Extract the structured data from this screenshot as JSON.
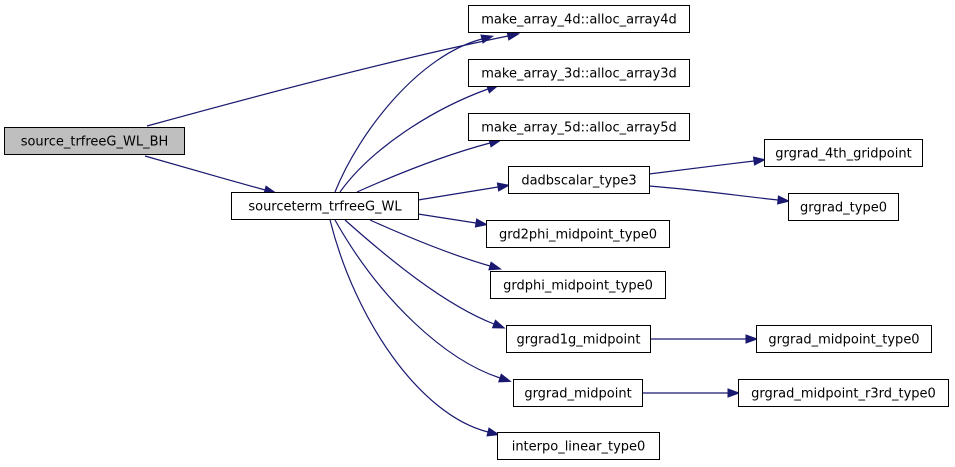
{
  "nodes": {
    "source_trfreeG_WL_BH": "source_trfreeG_WL_BH",
    "sourceterm_trfreeG_WL": "sourceterm_trfreeG_WL",
    "alloc_array4d": "make_array_4d::alloc_array4d",
    "alloc_array3d": "make_array_3d::alloc_array3d",
    "alloc_array5d": "make_array_5d::alloc_array5d",
    "dadbscalar_type3": "dadbscalar_type3",
    "grgrad_4th_gridpoint": "grgrad_4th_gridpoint",
    "grgrad_type0": "grgrad_type0",
    "grd2phi_midpoint_type0": "grd2phi_midpoint_type0",
    "grdphi_midpoint_type0": "grdphi_midpoint_type0",
    "grgrad1g_midpoint": "grgrad1g_midpoint",
    "grgrad_midpoint_type0": "grgrad_midpoint_type0",
    "grgrad_midpoint": "grgrad_midpoint",
    "grgrad_midpoint_r3rd_type0": "grgrad_midpoint_r3rd_type0",
    "interpo_linear_type0": "interpo_linear_type0"
  },
  "edges": [
    {
      "from": "source_trfreeG_WL_BH",
      "to": "alloc_array4d"
    },
    {
      "from": "source_trfreeG_WL_BH",
      "to": "sourceterm_trfreeG_WL"
    },
    {
      "from": "sourceterm_trfreeG_WL",
      "to": "alloc_array4d"
    },
    {
      "from": "sourceterm_trfreeG_WL",
      "to": "alloc_array3d"
    },
    {
      "from": "sourceterm_trfreeG_WL",
      "to": "alloc_array5d"
    },
    {
      "from": "sourceterm_trfreeG_WL",
      "to": "dadbscalar_type3"
    },
    {
      "from": "sourceterm_trfreeG_WL",
      "to": "grd2phi_midpoint_type0"
    },
    {
      "from": "sourceterm_trfreeG_WL",
      "to": "grdphi_midpoint_type0"
    },
    {
      "from": "sourceterm_trfreeG_WL",
      "to": "grgrad1g_midpoint"
    },
    {
      "from": "sourceterm_trfreeG_WL",
      "to": "grgrad_midpoint"
    },
    {
      "from": "sourceterm_trfreeG_WL",
      "to": "interpo_linear_type0"
    },
    {
      "from": "dadbscalar_type3",
      "to": "grgrad_4th_gridpoint"
    },
    {
      "from": "dadbscalar_type3",
      "to": "grgrad_type0"
    },
    {
      "from": "grgrad1g_midpoint",
      "to": "grgrad_midpoint_type0"
    },
    {
      "from": "grgrad_midpoint",
      "to": "grgrad_midpoint_r3rd_type0"
    }
  ],
  "colors": {
    "edge": "#191970",
    "root_fill": "#bfbfbf",
    "node_fill": "#ffffff",
    "node_border": "#000000"
  }
}
